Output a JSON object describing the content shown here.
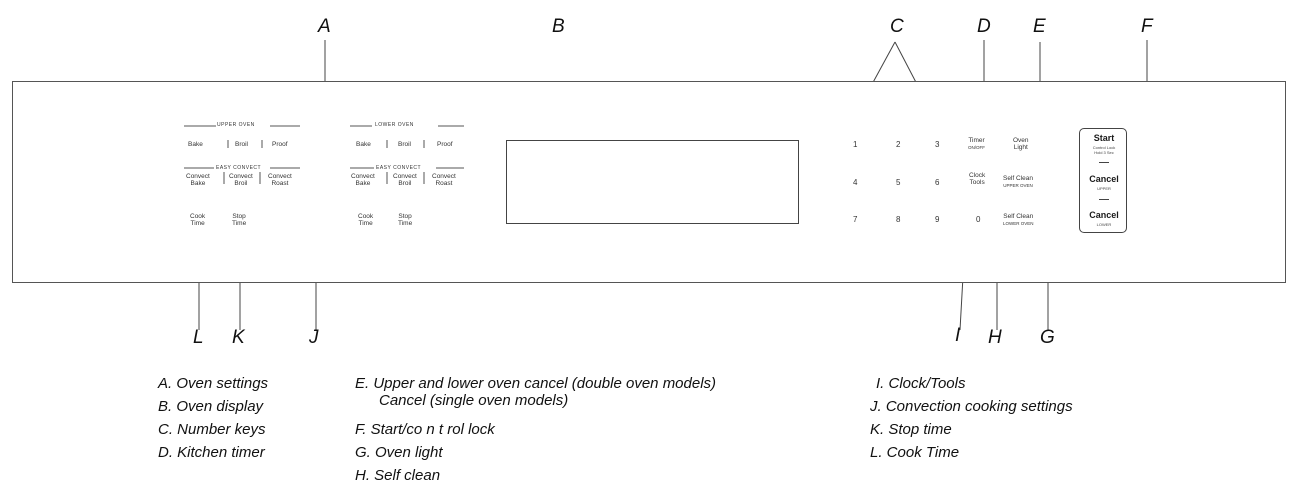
{
  "callouts": {
    "A": "A",
    "B": "B",
    "C": "C",
    "D": "D",
    "E": "E",
    "F": "F",
    "G": "G",
    "H": "H",
    "I": "I",
    "J": "J",
    "K": "K",
    "L": "L"
  },
  "controls": {
    "upper_oven": "UPPER OVEN",
    "lower_oven": "LOWER OVEN",
    "bake": "Bake",
    "broil": "Broil",
    "proof": "Proof",
    "easy_convect": "EASY CONVECT",
    "convect_bake": [
      "Convect",
      "Bake"
    ],
    "convect_broil": [
      "Convect",
      "Broil"
    ],
    "convect_roast": [
      "Convect",
      "Roast"
    ],
    "cook_time": [
      "Cook",
      "Time"
    ],
    "stop_time": [
      "Stop",
      "Time"
    ],
    "keys": [
      "1",
      "2",
      "3",
      "4",
      "5",
      "6",
      "7",
      "8",
      "9",
      "0"
    ],
    "timer": [
      "Timer",
      "ON/OFF"
    ],
    "oven_light": [
      "Oven",
      "Light"
    ],
    "clock_tools": [
      "Clock",
      "Tools"
    ],
    "self_clean_upper": [
      "Self Clean",
      "UPPER OVEN"
    ],
    "self_clean_lower": [
      "Self Clean",
      "LOWER OVEN"
    ],
    "start": "Start",
    "start_sub": [
      "Control Lock",
      "Hold 3 Sec"
    ],
    "cancel": "Cancel",
    "cancel_upper": "UPPER",
    "cancel_lower": "LOWER"
  },
  "legend": {
    "col1": [
      "A. Oven settings",
      "B. Oven display",
      "C. Number keys",
      "D. Kitchen timer"
    ],
    "col2": [
      "E. Upper and lower oven cancel (double oven models)",
      "Cancel (single oven models)",
      "F. Start/co n t rol lock",
      "G. Oven light",
      "H. Self clean"
    ],
    "col3": [
      "I. Clock/Tools",
      "J. Convection cooking settings",
      "K. Stop time",
      "L. Cook Time"
    ]
  }
}
